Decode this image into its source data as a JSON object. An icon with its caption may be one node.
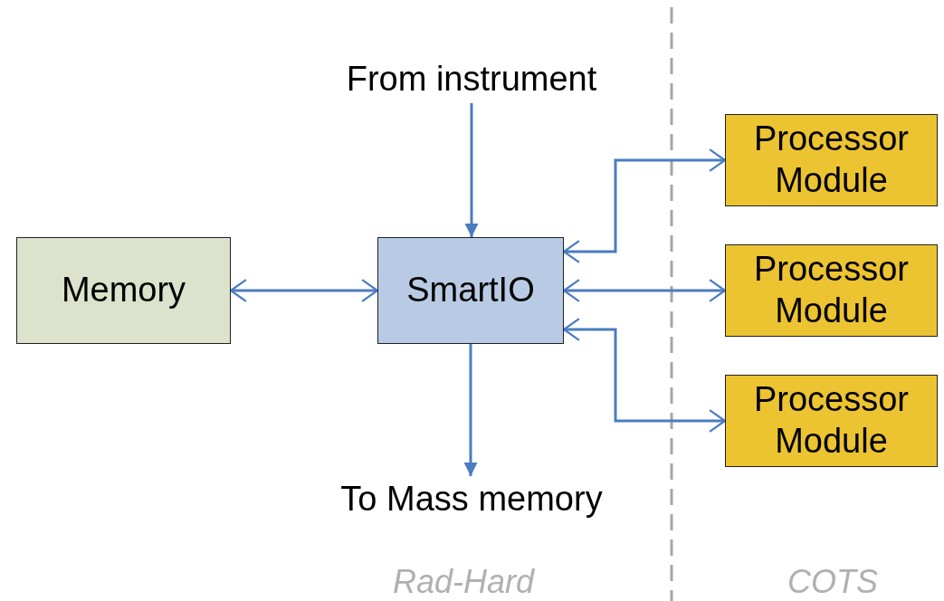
{
  "diagram": {
    "nodes": [
      {
        "text": [
          "From instrument"
        ]
      },
      {
        "text": [
          "Memory"
        ]
      },
      {
        "text": [
          "SmartIO"
        ]
      },
      {
        "text": [
          "Processor Module"
        ]
      },
      {
        "text": [
          "Processor Module"
        ]
      },
      {
        "text": [
          "Processor Module"
        ]
      },
      {
        "text": [
          "To Mass memory"
        ]
      }
    ],
    "edges": [
      {
        "from": 0,
        "to": 2,
        "arrow": "to"
      },
      {
        "from": 1,
        "to": 2,
        "arrow": "both"
      },
      {
        "from": 2,
        "to": 3,
        "arrow": "both"
      },
      {
        "from": 2,
        "to": 4,
        "arrow": "both"
      },
      {
        "from": 2,
        "to": 5,
        "arrow": "both"
      },
      {
        "from": 2,
        "to": 6,
        "arrow": "to"
      }
    ],
    "labels": [
      "Rad-Hard",
      "COTS"
    ]
  }
}
